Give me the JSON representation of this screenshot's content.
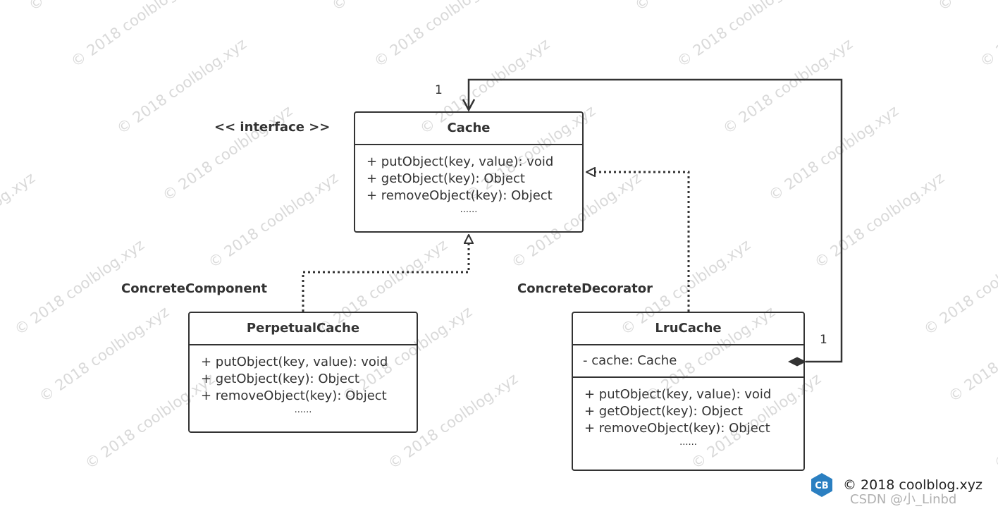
{
  "diagram": {
    "classes": {
      "cache": {
        "stereotype": "<< interface >>",
        "name": "Cache",
        "methods": [
          "+ putObject(key, value): void",
          "+ getObject(key): Object",
          "+ removeObject(key): Object"
        ],
        "ellipsis": "......"
      },
      "perpetual": {
        "role": "ConcreteComponent",
        "name": "PerpetualCache",
        "methods": [
          "+ putObject(key, value): void",
          "+ getObject(key): Object",
          "+ removeObject(key): Object"
        ],
        "ellipsis": "......"
      },
      "lru": {
        "role": "ConcreteDecorator",
        "name": "LruCache",
        "attributes": [
          "- cache: Cache"
        ],
        "methods": [
          "+ putObject(key, value): void",
          "+ getObject(key): Object",
          "+ removeObject(key): Object"
        ],
        "ellipsis": "......"
      }
    },
    "multiplicity": {
      "target": "1",
      "source": "1"
    },
    "relations": [
      {
        "from": "PerpetualCache",
        "to": "Cache",
        "type": "realization"
      },
      {
        "from": "LruCache",
        "to": "Cache",
        "type": "realization"
      },
      {
        "from": "LruCache",
        "to": "Cache",
        "type": "composition"
      }
    ]
  },
  "watermark": {
    "text": "© 2018 coolblog.xyz",
    "color": "#b9b9b9"
  },
  "footer": {
    "logo_icon": "cb-logo-icon",
    "logo_letters": "CB",
    "logo_color": "#2b7fc1",
    "text": "© 2018 coolblog.xyz",
    "csdn_watermark": "CSDN @小_Linbd"
  },
  "colors": {
    "line": "#333333",
    "background": "#ffffff"
  }
}
